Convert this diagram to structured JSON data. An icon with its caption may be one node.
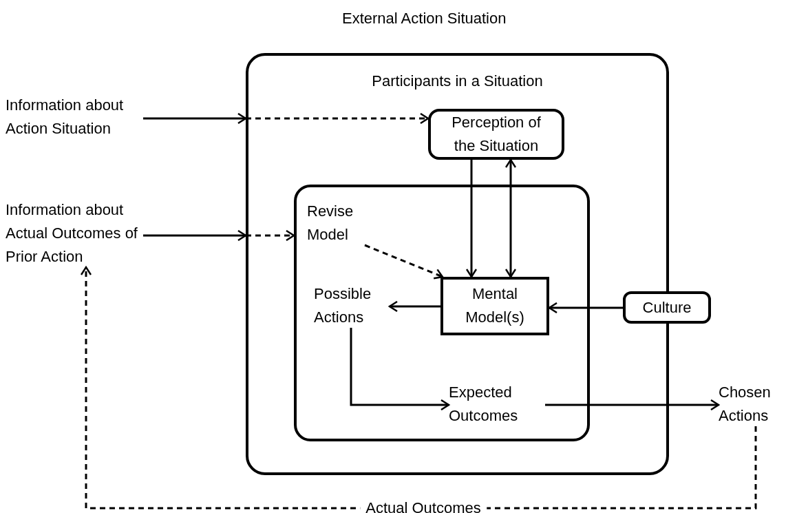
{
  "diagram": {
    "title": "External Action Situation",
    "nodes": [
      {
        "text": [
          "Participants in a Situation"
        ]
      },
      {
        "text": [
          "Perception of the Situation"
        ],
        "in": 0
      },
      {
        "text": [],
        "shape": "box",
        "in": 0
      },
      {
        "text": [
          "Revise Model"
        ],
        "in": 2
      },
      {
        "text": [
          "Mental Model(s)"
        ],
        "in": 2
      },
      {
        "text": [
          "Possible Actions"
        ],
        "in": 2
      },
      {
        "text": [
          "Expected Outcomes"
        ],
        "in": 2
      },
      {
        "text": [
          "Culture"
        ]
      },
      {
        "text": [
          "Information about Action Situation"
        ]
      },
      {
        "text": [
          "Information about Actual Outcomes of Prior Action"
        ]
      },
      {
        "text": [
          "Chosen Actions"
        ]
      }
    ],
    "edges": [
      {
        "from": 8,
        "to": 0,
        "arrow": "to"
      },
      {
        "from": 0,
        "to": 1,
        "arrow": "to",
        "style": "dashed"
      },
      {
        "from": 9,
        "to": 0,
        "arrow": "to"
      },
      {
        "from": 0,
        "to": 2,
        "arrow": "to",
        "style": "dashed"
      },
      {
        "from": 3,
        "to": 4,
        "arrow": "to",
        "style": "dashed"
      },
      {
        "from": 1,
        "to": 4,
        "arrow": "to"
      },
      {
        "from": 1,
        "to": 4,
        "arrow": "both"
      },
      {
        "from": 4,
        "to": 5,
        "arrow": "to"
      },
      {
        "from": 7,
        "to": 4,
        "arrow": "to"
      },
      {
        "from": 5,
        "to": 6,
        "arrow": "to"
      },
      {
        "from": 6,
        "to": 10,
        "arrow": "to"
      },
      {
        "from": 10,
        "to": 9,
        "arrow": "to",
        "style": "dashed",
        "label": "Actual Outcomes"
      }
    ]
  }
}
